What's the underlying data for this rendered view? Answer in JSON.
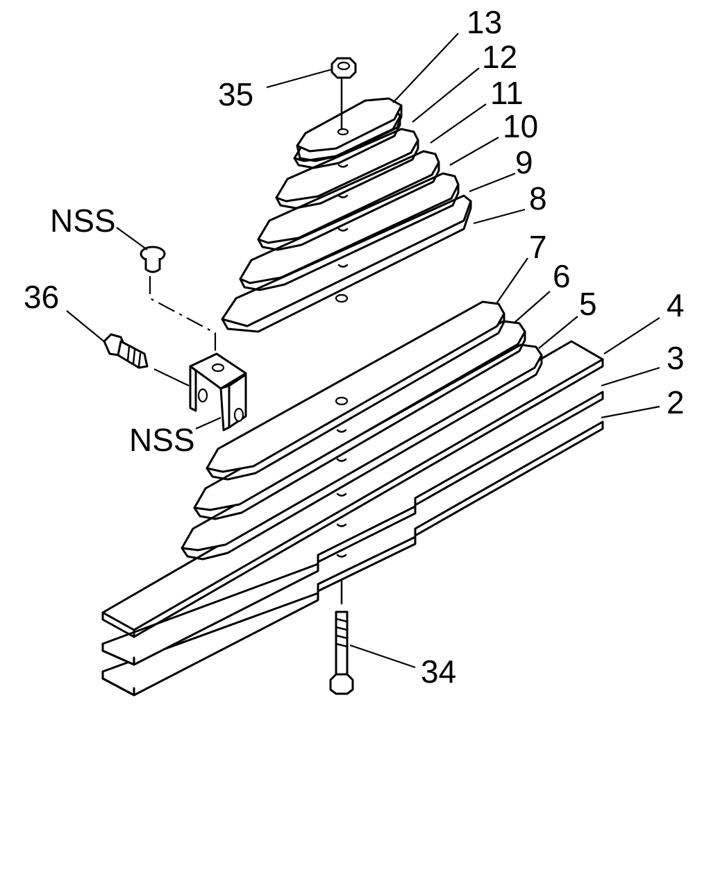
{
  "callouts": {
    "c13": "13",
    "c12": "12",
    "c11": "11",
    "c10": "10",
    "c9": "9",
    "c8": "8",
    "c7": "7",
    "c6": "6",
    "c5": "5",
    "c4": "4",
    "c3": "3",
    "c2": "2",
    "c35": "35",
    "c36": "36",
    "c34": "34",
    "nss_top": "NSS",
    "nss_bottom": "NSS"
  }
}
